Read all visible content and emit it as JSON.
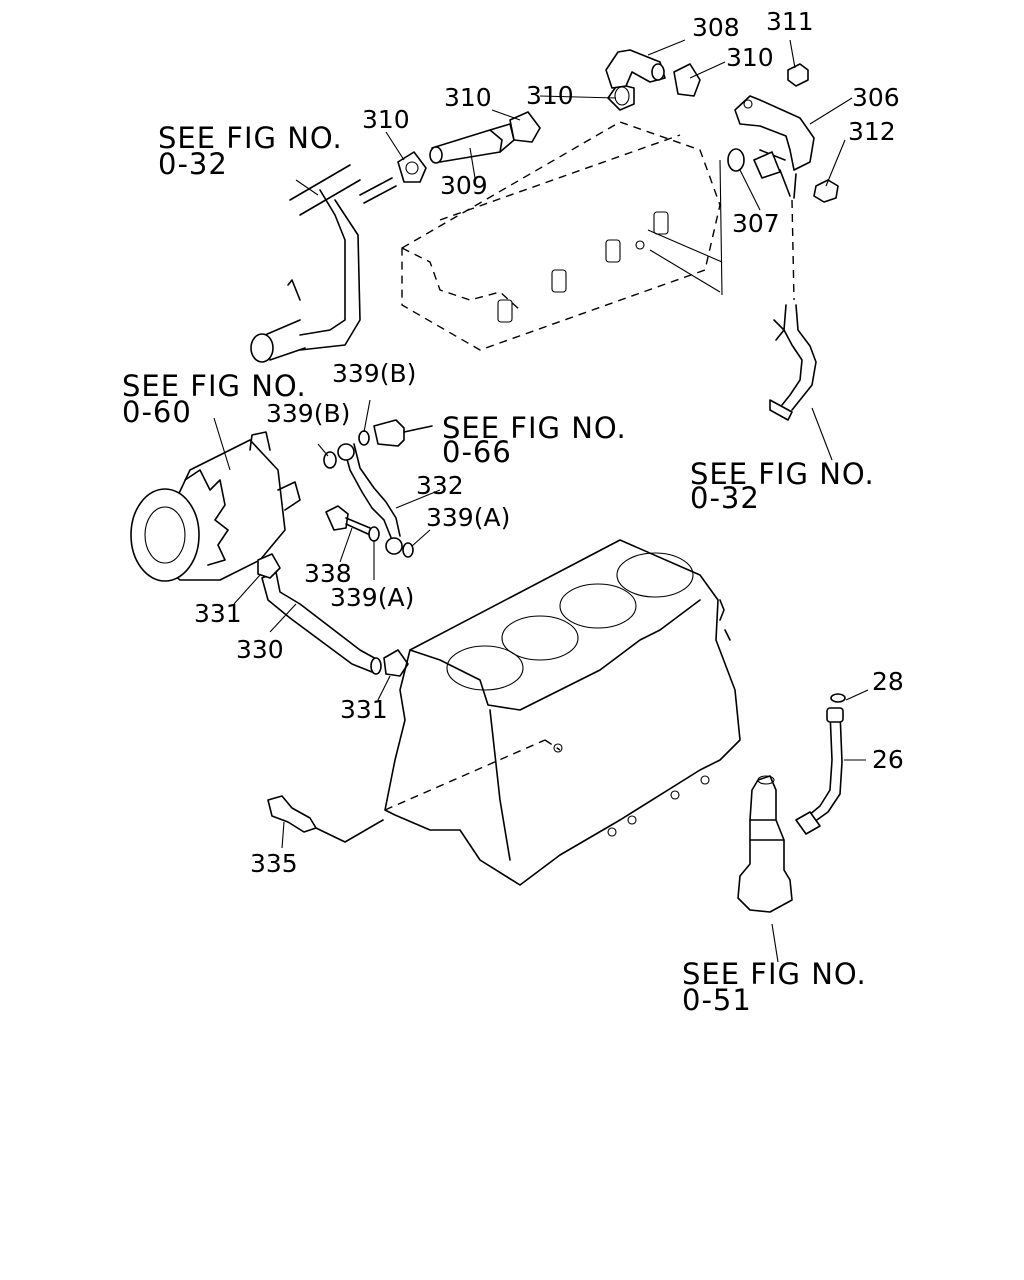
{
  "references": {
    "fig_032_top": {
      "line1": "SEE FIG NO.",
      "line2": "0-32"
    },
    "fig_060": {
      "line1": "SEE FIG NO.",
      "line2": "0-60"
    },
    "fig_066": {
      "line1": "SEE FIG NO.",
      "line2": "0-66"
    },
    "fig_032_right": {
      "line1": "SEE FIG NO.",
      "line2": "0-32"
    },
    "fig_051": {
      "line1": "SEE FIG NO.",
      "line2": "0-51"
    }
  },
  "parts": {
    "p308": "308",
    "p311": "311",
    "p310_a": "310",
    "p310_b": "310",
    "p310_c": "310",
    "p310_d": "310",
    "p306": "306",
    "p312": "312",
    "p309": "309",
    "p307": "307",
    "p339b_top": "339(B)",
    "p339b_left": "339(B)",
    "p332": "332",
    "p339a_right": "339(A)",
    "p338": "338",
    "p339a_bottom": "339(A)",
    "p331_top": "331",
    "p330": "330",
    "p331_bottom": "331",
    "p28": "28",
    "p26": "26",
    "p335": "335"
  }
}
